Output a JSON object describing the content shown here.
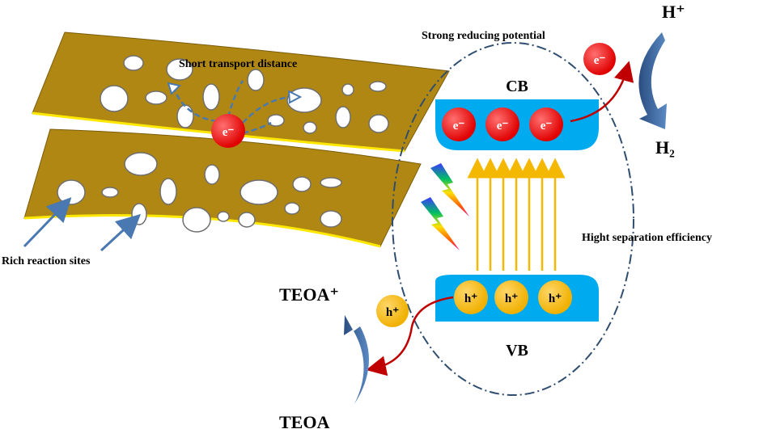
{
  "labels": {
    "strong_reducing": "Strong reducing potential",
    "short_transport": "Short transport distance",
    "rich_sites": "Rich reaction sites",
    "separation": "Hight separation efficiency",
    "cb": "CB",
    "vb": "VB",
    "h_plus": "H⁺",
    "h2": "H₂",
    "teoa_plus": "TEOA⁺",
    "teoa": "TEOA"
  },
  "particles": {
    "electron": "e⁻",
    "hole": "h⁺"
  },
  "colors": {
    "sheet": "#b08712",
    "sheet_edge": "#ffe800",
    "band": "#00aaee",
    "electron": "#e00000",
    "hole": "#f0b000",
    "excitation_arrow": "#f5b800",
    "transfer_arrow": "#c00000",
    "process_arrow": "#4a78b0"
  }
}
